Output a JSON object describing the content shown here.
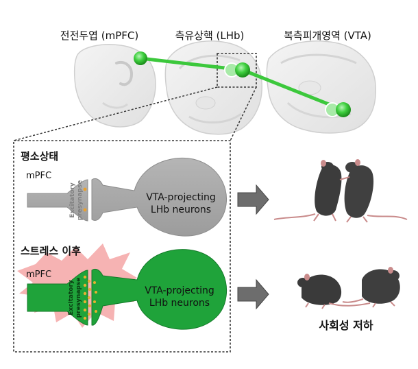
{
  "header": {
    "mpfc_label": "전전두엽 (mPFC)",
    "lhb_label": "측유상핵 (LHb)",
    "vta_label": "복측피개영역 (VTA)"
  },
  "normal": {
    "title": "평소상태",
    "mpfc": "mPFC",
    "presynapse": [
      "Excitatory",
      "presynapse"
    ],
    "neuron": [
      "VTA-projecting",
      "LHb neurons"
    ]
  },
  "stress": {
    "title": "스트레스 이후",
    "mpfc": "mPFC",
    "presynapse": [
      "Excitatory",
      "presynapse"
    ],
    "neuron": [
      "VTA-projecting",
      "LHb neurons"
    ]
  },
  "result": {
    "label": "사회성 저하"
  },
  "colors": {
    "pathway_green": "#3cc83c",
    "neuron_green": "#1fa33a",
    "neuron_gray": "#a9a9a9",
    "burst_pink": "#f4a6a6",
    "arrow_gray": "#6d6d6d",
    "dot_orange": "#e8a030"
  }
}
